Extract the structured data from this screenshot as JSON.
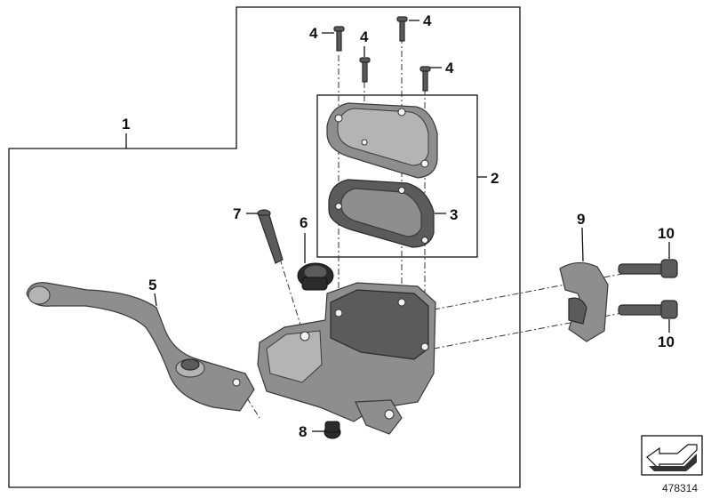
{
  "callouts": {
    "c1": "1",
    "c2": "2",
    "c3": "3",
    "c4a": "4",
    "c4b": "4",
    "c4c": "4",
    "c4d": "4",
    "c5": "5",
    "c6": "6",
    "c7": "7",
    "c8": "8",
    "c9": "9",
    "c10a": "10",
    "c10b": "10"
  },
  "reference_number": "478314",
  "icons": {
    "orientation": "orientation-arrow-icon"
  }
}
